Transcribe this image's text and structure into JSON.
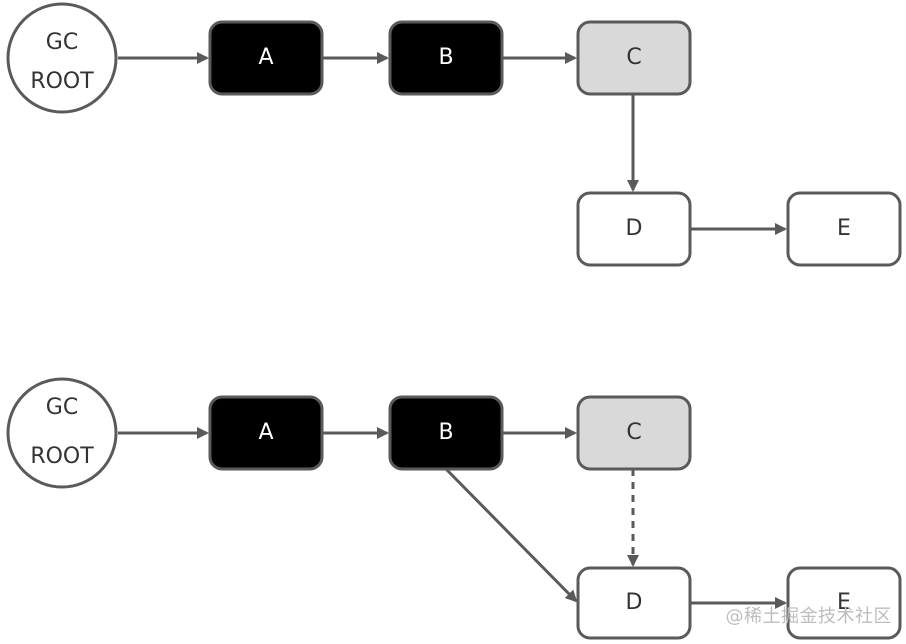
{
  "colors": {
    "stroke": "#5a5a5a",
    "black_fill": "#000000",
    "gray_fill": "#d9d9d9",
    "white_fill": "#ffffff",
    "text_dark": "#333333",
    "text_light": "#ffffff"
  },
  "top_diagram": {
    "root": {
      "line1": "GC",
      "line2": "ROOT"
    },
    "nodes": {
      "a": "A",
      "b": "B",
      "c": "C",
      "d": "D",
      "e": "E"
    }
  },
  "bottom_diagram": {
    "root": {
      "line1": "GC",
      "line2": "ROOT"
    },
    "nodes": {
      "a": "A",
      "b": "B",
      "c": "C",
      "d": "D",
      "e": "E"
    }
  },
  "watermark": "@稀土掘金技术社区"
}
